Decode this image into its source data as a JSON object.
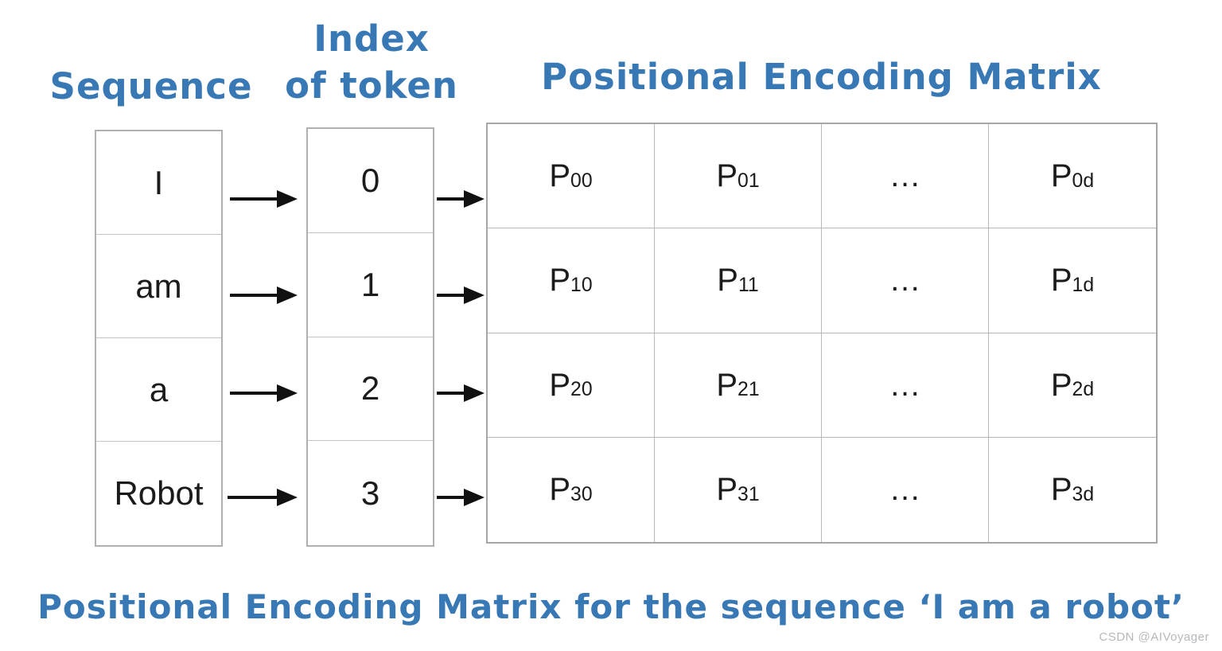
{
  "labels": {
    "sequence_header": "Sequence",
    "index_header": "Index\nof token",
    "matrix_title": "Positional Encoding Matrix",
    "caption": "Positional Encoding Matrix for the sequence ‘I am a robot’",
    "watermark": "CSDN @AIVoyager"
  },
  "sequence": {
    "tokens": [
      "I",
      "am",
      "a",
      "Robot"
    ]
  },
  "indices": {
    "values": [
      "0",
      "1",
      "2",
      "3"
    ]
  },
  "matrix": {
    "cells": [
      [
        {
          "b": "P",
          "s": "00"
        },
        {
          "b": "P",
          "s": "01"
        },
        {
          "b": "…",
          "s": ""
        },
        {
          "b": "P",
          "s": "0d"
        }
      ],
      [
        {
          "b": "P",
          "s": "10"
        },
        {
          "b": "P",
          "s": "11"
        },
        {
          "b": "…",
          "s": ""
        },
        {
          "b": "P",
          "s": "1d"
        }
      ],
      [
        {
          "b": "P",
          "s": "20"
        },
        {
          "b": "P",
          "s": "21"
        },
        {
          "b": "…",
          "s": ""
        },
        {
          "b": "P",
          "s": "2d"
        }
      ],
      [
        {
          "b": "P",
          "s": "30"
        },
        {
          "b": "P",
          "s": "31"
        },
        {
          "b": "…",
          "s": ""
        },
        {
          "b": "P",
          "s": "3d"
        }
      ]
    ]
  },
  "colors": {
    "handwriting_blue": "#3878b5",
    "table_border_gray": "#b0b0b0",
    "arrow_black": "#111111",
    "watermark_gray": "#b5b8ba"
  }
}
